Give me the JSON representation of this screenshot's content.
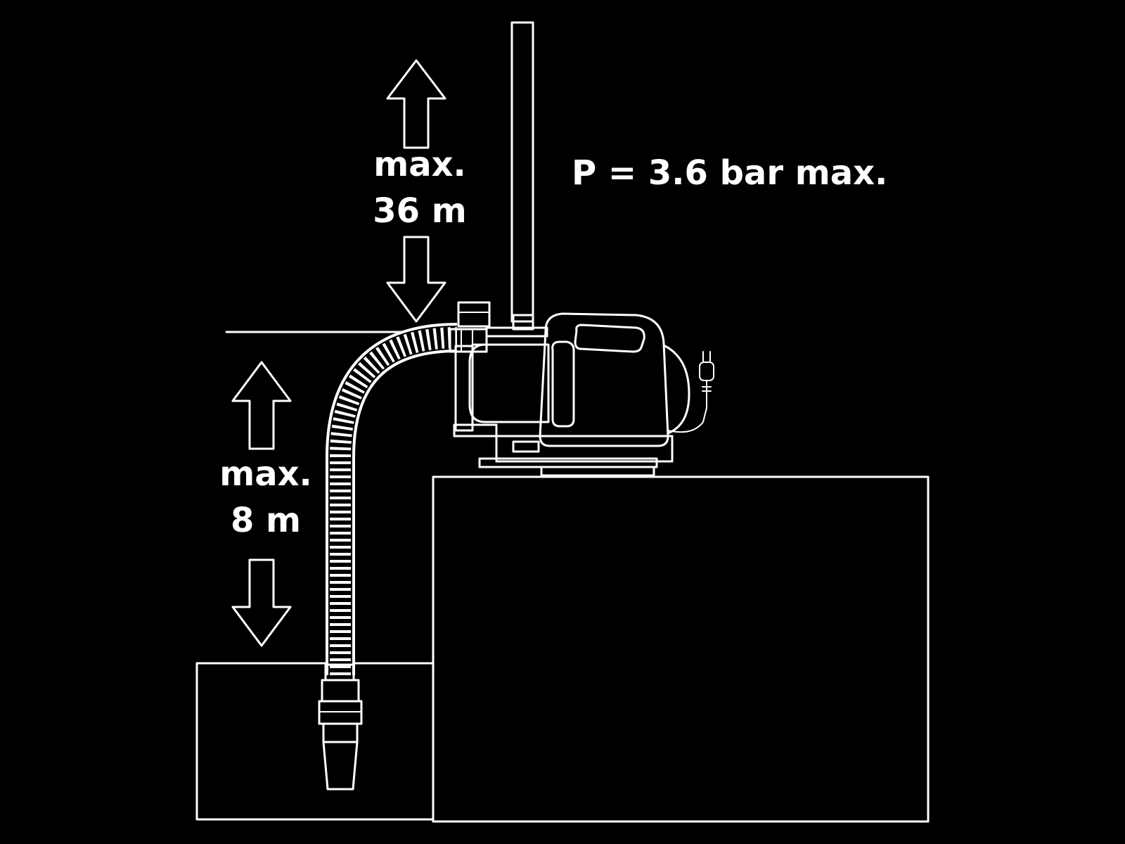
{
  "diagram": {
    "discharge_head": {
      "line1": "max.",
      "line2": "36 m"
    },
    "suction_head": {
      "line1": "max.",
      "line2": "8 m"
    },
    "pressure_label": "P = 3.6 bar max."
  },
  "colors": {
    "background": "#000000",
    "line": "#ffffff"
  },
  "icons": [
    "arrow-up-icon",
    "arrow-down-icon",
    "power-plug-icon"
  ]
}
